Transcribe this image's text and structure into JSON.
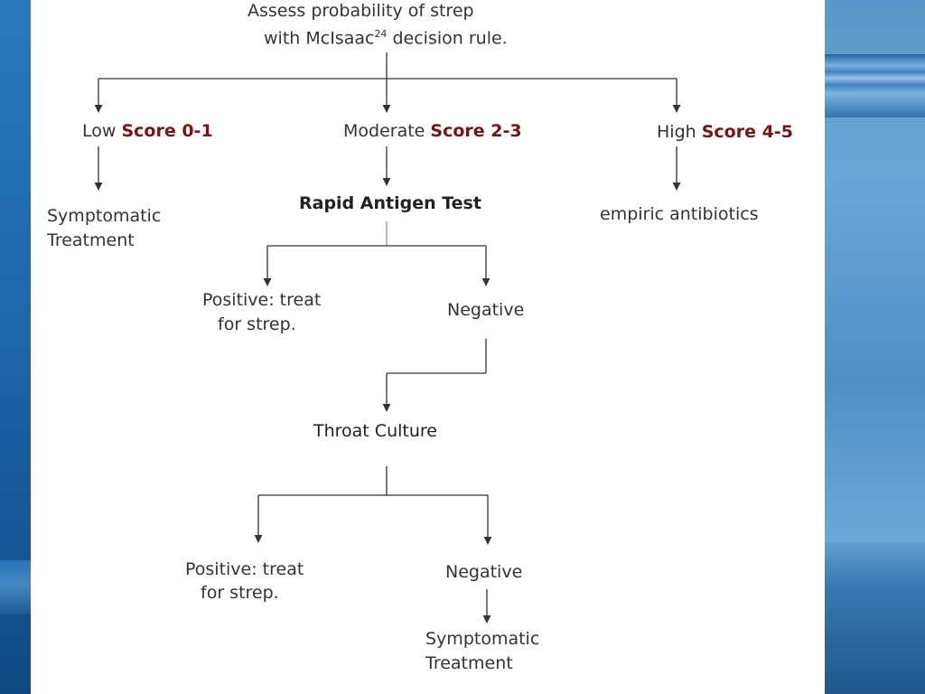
{
  "flowchart": {
    "root": {
      "line1": "Assess probability of strep",
      "line2_prefix": "with McIsaac",
      "line2_sup": "24",
      "line2_suffix": " decision rule."
    },
    "branches": {
      "low": {
        "prefix": "Low ",
        "score": "Score 0-1"
      },
      "moderate": {
        "prefix": "Moderate ",
        "score": "Score 2-3"
      },
      "high": {
        "prefix": "High ",
        "score": "Score 4-5"
      }
    },
    "low_outcome": {
      "line1": "Symptomatic",
      "line2": "Treatment"
    },
    "high_outcome": "empiric antibiotics",
    "rapid_test": "Rapid Antigen Test",
    "rapid_positive": {
      "line1": "Positive: treat",
      "line2": "for strep."
    },
    "rapid_negative": "Negative",
    "throat_culture": "Throat Culture",
    "culture_positive": {
      "line1": "Positive: treat",
      "line2": "for strep."
    },
    "culture_negative": "Negative",
    "final_outcome": {
      "line1": "Symptomatic",
      "line2": "Treatment"
    }
  },
  "colors": {
    "score_text": "#7a1212",
    "body_text": "#333333",
    "connector": "#333333",
    "frame_blue": "#1c5f99"
  }
}
